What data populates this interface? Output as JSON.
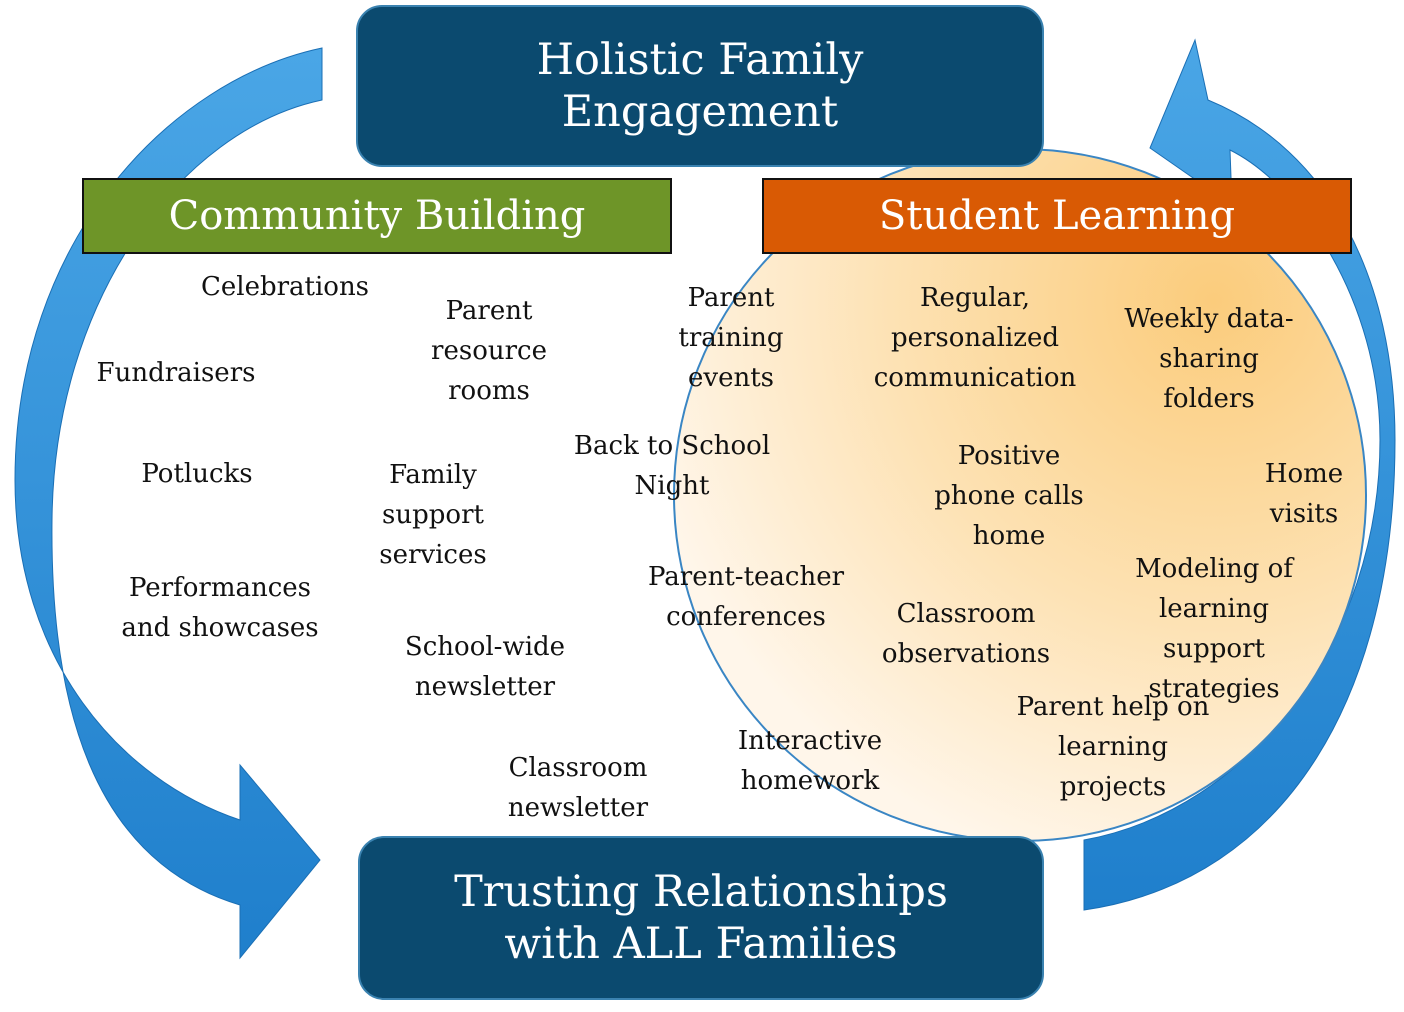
{
  "title_box": {
    "text": "Holistic Family Engagement"
  },
  "foundation_box": {
    "text": "Trusting Relationships with ALL Families"
  },
  "community_building": {
    "header": "Community Building",
    "items": [
      "Celebrations",
      "Fundraisers",
      "Potlucks",
      "Performances\nand showcases",
      "Parent\nresource\nrooms",
      "Family\nsupport\nservices",
      "School-wide\nnewsletter",
      "Classroom\nnewsletter",
      "Back to School\nNight",
      "Parent-teacher\nconferences",
      "Parent\ntraining\nevents",
      "Interactive\nhomework"
    ]
  },
  "student_learning": {
    "header": "Student Learning",
    "items": [
      "Regular,\npersonalized\ncommunication",
      "Weekly data-\nsharing\nfolders",
      "Positive\nphone calls\nhome",
      "Home\nvisits",
      "Classroom\nobservations",
      "Modeling of\nlearning support\nstrategies",
      "Parent help on\nlearning\nprojects"
    ]
  },
  "colors": {
    "title_box": "#0b4a6f",
    "community_header": "#6e9528",
    "student_header": "#d95a04",
    "arrow": "#2e8fd6",
    "circle_fill": "#fbd48e",
    "circle_border": "#3a86c4"
  }
}
